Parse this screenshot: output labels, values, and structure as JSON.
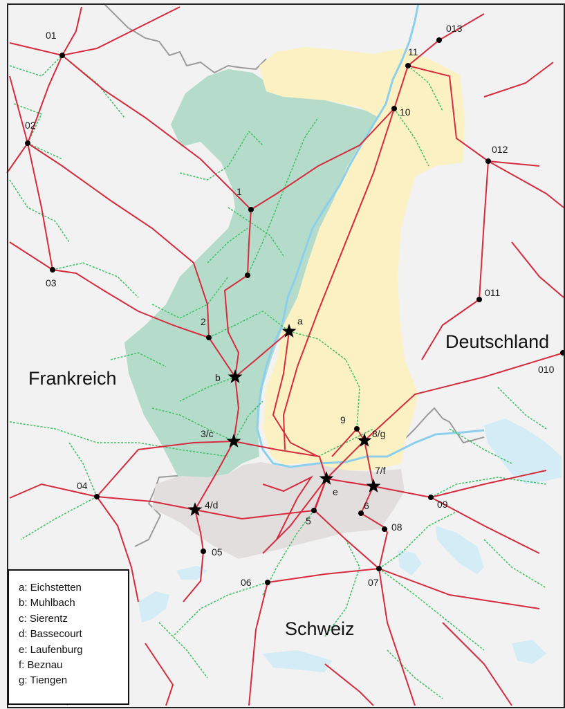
{
  "map": {
    "countries": [
      "Frankreich",
      "Deutschland",
      "Schweiz"
    ],
    "nodes": [
      "01",
      "02",
      "03",
      "04",
      "05",
      "06",
      "07",
      "08",
      "09",
      "010",
      "011",
      "012",
      "013",
      "1",
      "2",
      "3/c",
      "4/d",
      "5",
      "6",
      "7/f",
      "8/g",
      "9",
      "10",
      "11",
      "a",
      "b",
      "e"
    ],
    "legend": [
      "a: Eichstetten",
      "b: Muhlbach",
      "c: Sierentz",
      "d: Bassecourt",
      "e: Laufenburg",
      "f:  Beznau",
      "g: Tiengen"
    ],
    "colors": {
      "background": "#ffffff",
      "outer_land": "#f2f2f3",
      "france_zone": "#b5dccb",
      "germany_zone": "#fbf1c2",
      "swiss_zone": "#e3dede",
      "river": "#8ccfec",
      "lake": "#d4ecf5",
      "border": "#9a9a9a",
      "red_line": "#d62a3d",
      "green_line": "#44c06a",
      "node": "#000000",
      "frame": "#222222"
    }
  }
}
